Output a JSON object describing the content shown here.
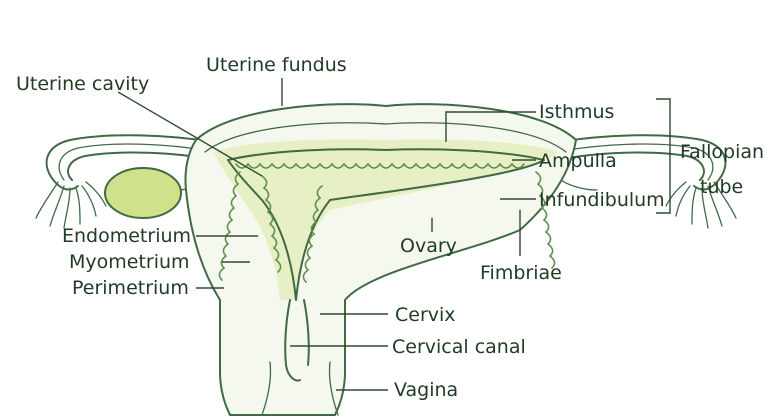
{
  "labels": {
    "uterine_fundus": "Uterine fundus",
    "uterine_cavity": "Uterine cavity",
    "isthmus": "Isthmus",
    "ampulla": "Ampulla",
    "infundibulum": "Infundibulum",
    "fallopian_tube_line1": "Fallopian",
    "fallopian_tube_line2": "tube",
    "ovary": "Ovary",
    "fimbriae": "Fimbriae",
    "endometrium": "Endometrium",
    "myometrium": "Myometrium",
    "perimetrium": "Perimetrium",
    "cervix": "Cervix",
    "cervical_canal": "Cervical canal",
    "vagina": "Vagina"
  },
  "colors": {
    "outline": "#3f6a44",
    "ovary_fill": "#cfe18a",
    "lining": "#e6f0c4",
    "text": "#1f3b23"
  }
}
